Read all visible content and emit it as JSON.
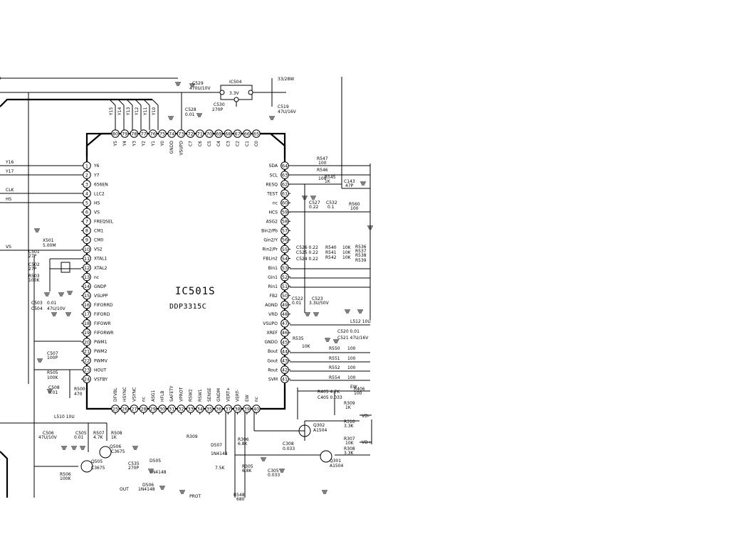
{
  "ic": {
    "designator": "IC501S",
    "part": "DDP3315C"
  },
  "left_pins": [
    {
      "n": "1",
      "name": "Y6"
    },
    {
      "n": "2",
      "name": "Y7"
    },
    {
      "n": "3",
      "name": "656EN"
    },
    {
      "n": "4",
      "name": "LLC2"
    },
    {
      "n": "5",
      "name": "HS"
    },
    {
      "n": "6",
      "name": "VS"
    },
    {
      "n": "7",
      "name": "FREQSEL"
    },
    {
      "n": "8",
      "name": "CM1"
    },
    {
      "n": "9",
      "name": "CM0"
    },
    {
      "n": "10",
      "name": "VS2"
    },
    {
      "n": "11",
      "name": "XTAL1"
    },
    {
      "n": "12",
      "name": "XTAL2"
    },
    {
      "n": "13",
      "name": "nc"
    },
    {
      "n": "14",
      "name": "GNDP"
    },
    {
      "n": "15",
      "name": "VSUPP"
    },
    {
      "n": "16",
      "name": "FIFORRD"
    },
    {
      "n": "17",
      "name": "FIFORD"
    },
    {
      "n": "18",
      "name": "FIFOWR"
    },
    {
      "n": "19",
      "name": "FIFORWR"
    },
    {
      "n": "20",
      "name": "PWM1"
    },
    {
      "n": "21",
      "name": "PWM2"
    },
    {
      "n": "22",
      "name": "PWMV"
    },
    {
      "n": "23",
      "name": "HOUT"
    },
    {
      "n": "24",
      "name": "VSTBY"
    }
  ],
  "right_pins": [
    {
      "n": "64",
      "name": "SDA"
    },
    {
      "n": "63",
      "name": "SCL"
    },
    {
      "n": "62",
      "name": "RESQ"
    },
    {
      "n": "61",
      "name": "TEST"
    },
    {
      "n": "60",
      "name": "nc"
    },
    {
      "n": "59",
      "name": "HCS"
    },
    {
      "n": "58",
      "name": "ASG2"
    },
    {
      "n": "57",
      "name": "Bin2/Pb"
    },
    {
      "n": "56",
      "name": "Gin2/Y"
    },
    {
      "n": "55",
      "name": "Rin2/Pr"
    },
    {
      "n": "54",
      "name": "FBLin2"
    },
    {
      "n": "53",
      "name": "Bin1"
    },
    {
      "n": "52",
      "name": "Gin1"
    },
    {
      "n": "51",
      "name": "Rin1"
    },
    {
      "n": "50",
      "name": "FB2"
    },
    {
      "n": "49",
      "name": "AGND"
    },
    {
      "n": "48",
      "name": "VRD"
    },
    {
      "n": "47",
      "name": "VSUPO"
    },
    {
      "n": "46",
      "name": "XREF"
    },
    {
      "n": "45",
      "name": "GNDO"
    },
    {
      "n": "44",
      "name": "Bout"
    },
    {
      "n": "43",
      "name": "Gout"
    },
    {
      "n": "42",
      "name": "Rout"
    },
    {
      "n": "41",
      "name": "SVM"
    }
  ],
  "top_pins": [
    {
      "n": "80",
      "name": "Y5"
    },
    {
      "n": "79",
      "name": "Y4"
    },
    {
      "n": "78",
      "name": "Y3"
    },
    {
      "n": "77",
      "name": "Y2"
    },
    {
      "n": "76",
      "name": "Y1"
    },
    {
      "n": "75",
      "name": "Y0"
    },
    {
      "n": "74",
      "name": "GNDD"
    },
    {
      "n": "73",
      "name": "VSUPD"
    },
    {
      "n": "72",
      "name": "C7"
    },
    {
      "n": "71",
      "name": "C6"
    },
    {
      "n": "70",
      "name": "C5"
    },
    {
      "n": "69",
      "name": "C4"
    },
    {
      "n": "68",
      "name": "C3"
    },
    {
      "n": "67",
      "name": "C2"
    },
    {
      "n": "66",
      "name": "C1"
    },
    {
      "n": "65",
      "name": "C0"
    }
  ],
  "bottom_pins": [
    {
      "n": "25",
      "name": "DFVBL"
    },
    {
      "n": "26",
      "name": "HSYNC"
    },
    {
      "n": "27",
      "name": "VSYNC"
    },
    {
      "n": "28",
      "name": "nc"
    },
    {
      "n": "29",
      "name": "ASG1"
    },
    {
      "n": "30",
      "name": "HFLB"
    },
    {
      "n": "31",
      "name": "SAFETY"
    },
    {
      "n": "32",
      "name": "VPROT"
    },
    {
      "n": "33",
      "name": "RSW2"
    },
    {
      "n": "34",
      "name": "RSW1"
    },
    {
      "n": "35",
      "name": "SENSE"
    },
    {
      "n": "36",
      "name": "GNDM"
    },
    {
      "n": "37",
      "name": "VERT+"
    },
    {
      "n": "38",
      "name": "VERT-"
    },
    {
      "n": "39",
      "name": "EW"
    },
    {
      "n": "40",
      "name": "nc"
    }
  ],
  "top_bus_labels": [
    "Y15",
    "Y14",
    "Y13",
    "Y12",
    "Y11",
    "Y10"
  ],
  "left_signals": [
    {
      "id": "y16",
      "text": "Y16"
    },
    {
      "id": "y17",
      "text": "Y17"
    },
    {
      "id": "clk",
      "text": "CLK"
    },
    {
      "id": "hs",
      "text": "HS"
    },
    {
      "id": "vs",
      "text": "VS"
    }
  ],
  "labels": [
    {
      "id": "ic504",
      "text": "IC504"
    },
    {
      "id": "ic504-v",
      "text": "3.3V"
    },
    {
      "id": "c529a",
      "text": "C529"
    },
    {
      "id": "c529b",
      "text": "470U/10V"
    },
    {
      "id": "c528a",
      "text": "C528"
    },
    {
      "id": "c528b",
      "text": "0.01"
    },
    {
      "id": "c530a",
      "text": "C530"
    },
    {
      "id": "c530b",
      "text": "270P"
    },
    {
      "id": "c519a",
      "text": "C519"
    },
    {
      "id": "c519b",
      "text": "47U/16V"
    },
    {
      "id": "topnote",
      "text": "33/28W"
    },
    {
      "id": "r547a",
      "text": "R547"
    },
    {
      "id": "r547b",
      "text": "100"
    },
    {
      "id": "r546a",
      "text": "R546"
    },
    {
      "id": "r546b",
      "text": "100"
    },
    {
      "id": "r545a",
      "text": "R545"
    },
    {
      "id": "r545b",
      "text": "1K"
    },
    {
      "id": "c143a",
      "text": "C143"
    },
    {
      "id": "c143b",
      "text": "47P"
    },
    {
      "id": "c527a",
      "text": "C527"
    },
    {
      "id": "c527b",
      "text": "0.22"
    },
    {
      "id": "c532a",
      "text": "C532"
    },
    {
      "id": "c532b",
      "text": "0.1"
    },
    {
      "id": "r560a",
      "text": "R560"
    },
    {
      "id": "r560b",
      "text": "100"
    },
    {
      "id": "c5a",
      "text": "C526 0.22"
    },
    {
      "id": "c5b",
      "text": "C525 0.22"
    },
    {
      "id": "c5c",
      "text": "C524 0.22"
    },
    {
      "id": "r540",
      "text": "R540"
    },
    {
      "id": "r541",
      "text": "R541"
    },
    {
      "id": "r542",
      "text": "R542"
    },
    {
      "id": "k1",
      "text": "10K"
    },
    {
      "id": "k2",
      "text": "10K"
    },
    {
      "id": "k3",
      "text": "10K"
    },
    {
      "id": "r536",
      "text": "R536"
    },
    {
      "id": "r537",
      "text": "R537"
    },
    {
      "id": "r538",
      "text": "R538"
    },
    {
      "id": "r539",
      "text": "R539"
    },
    {
      "id": "c522a",
      "text": "C522"
    },
    {
      "id": "c522b",
      "text": "0.01"
    },
    {
      "id": "c523a",
      "text": "C523"
    },
    {
      "id": "c523b",
      "text": "3.3U/50V"
    },
    {
      "id": "l512",
      "text": "L512 10U"
    },
    {
      "id": "c520",
      "text": "C520 0.01"
    },
    {
      "id": "c521",
      "text": "C521 47U/16V"
    },
    {
      "id": "r535a",
      "text": "R535"
    },
    {
      "id": "r535b",
      "text": "10K"
    },
    {
      "id": "r550",
      "text": "R550"
    },
    {
      "id": "r551",
      "text": "R551"
    },
    {
      "id": "r552",
      "text": "R552"
    },
    {
      "id": "r554",
      "text": "R554"
    },
    {
      "id": "o1",
      "text": "100"
    },
    {
      "id": "o2",
      "text": "100"
    },
    {
      "id": "o3",
      "text": "100"
    },
    {
      "id": "o4",
      "text": "100"
    },
    {
      "id": "ew",
      "text": "EW"
    },
    {
      "id": "r405",
      "text": "R405 4.7K"
    },
    {
      "id": "c405",
      "text": "C405 0.033"
    },
    {
      "id": "r406a",
      "text": "R406"
    },
    {
      "id": "r406b",
      "text": "100"
    },
    {
      "id": "r309a",
      "text": "R309"
    },
    {
      "id": "r309b",
      "text": "1K"
    },
    {
      "id": "vdm",
      "text": "VD-"
    },
    {
      "id": "vdp",
      "text": "VD+"
    },
    {
      "id": "r310a",
      "text": "R310"
    },
    {
      "id": "r310b",
      "text": "3.3K"
    },
    {
      "id": "r307a",
      "text": "R307"
    },
    {
      "id": "r307b",
      "text": "10K"
    },
    {
      "id": "r308a",
      "text": "R308"
    },
    {
      "id": "r308b",
      "text": "3.3K"
    },
    {
      "id": "q302a",
      "text": "Q302"
    },
    {
      "id": "q302b",
      "text": "A1504"
    },
    {
      "id": "q301a",
      "text": "Q301"
    },
    {
      "id": "q301b",
      "text": "A1504"
    },
    {
      "id": "r306a",
      "text": "R306"
    },
    {
      "id": "r306b",
      "text": "6.8K"
    },
    {
      "id": "r305a",
      "text": "R305"
    },
    {
      "id": "r305b",
      "text": "6.8K"
    },
    {
      "id": "c308a",
      "text": "C308"
    },
    {
      "id": "c308b",
      "text": "0.033"
    },
    {
      "id": "c305a",
      "text": "C305"
    },
    {
      "id": "c305b",
      "text": "0.033"
    },
    {
      "id": "r548a",
      "text": "R548"
    },
    {
      "id": "r548b",
      "text": "680"
    },
    {
      "id": "x501a",
      "text": "X501"
    },
    {
      "id": "x501b",
      "text": "5.00M"
    },
    {
      "id": "c501a",
      "text": "C501"
    },
    {
      "id": "c501b",
      "text": "27P"
    },
    {
      "id": "c502a",
      "text": "C502"
    },
    {
      "id": "c502b",
      "text": "27P"
    },
    {
      "id": "r503a",
      "text": "R503"
    },
    {
      "id": "r503b",
      "text": "100K"
    },
    {
      "id": "c503",
      "text": "C503"
    },
    {
      "id": "c504",
      "text": "C504"
    },
    {
      "id": "c701",
      "text": "0.01"
    },
    {
      "id": "c701b",
      "text": "47U/10V"
    },
    {
      "id": "c507a",
      "text": "C507"
    },
    {
      "id": "c507b",
      "text": "100P"
    },
    {
      "id": "r505a",
      "text": "R505"
    },
    {
      "id": "r505b",
      "text": "100K"
    },
    {
      "id": "c508a",
      "text": "C508"
    },
    {
      "id": "c508b",
      "text": "0.01"
    },
    {
      "id": "r500a",
      "text": "R500"
    },
    {
      "id": "r500b",
      "text": "470"
    },
    {
      "id": "l510",
      "text": "L510 10U"
    },
    {
      "id": "c506a",
      "text": "C506"
    },
    {
      "id": "c506b",
      "text": "47U/10V"
    },
    {
      "id": "c505a",
      "text": "C505"
    },
    {
      "id": "c505b",
      "text": "0.01"
    },
    {
      "id": "r507",
      "text": "R507"
    },
    {
      "id": "r507v",
      "text": "4.7K"
    },
    {
      "id": "r508",
      "text": "R508"
    },
    {
      "id": "r508v",
      "text": "1K"
    },
    {
      "id": "q506a",
      "text": "Q506"
    },
    {
      "id": "q506b",
      "text": "C3675"
    },
    {
      "id": "q505a",
      "text": "Q505"
    },
    {
      "id": "q505b",
      "text": "C3675"
    },
    {
      "id": "r506a",
      "text": "R506"
    },
    {
      "id": "r506b",
      "text": "100K"
    },
    {
      "id": "c535a",
      "text": "C535"
    },
    {
      "id": "c535b",
      "text": "270P"
    },
    {
      "id": "d505",
      "text": "D505"
    },
    {
      "id": "d505b",
      "text": "1N4148"
    },
    {
      "id": "d506",
      "text": "D506"
    },
    {
      "id": "d506b",
      "text": "1N4148"
    },
    {
      "id": "out",
      "text": "OUT"
    },
    {
      "id": "prot",
      "text": "PROT"
    },
    {
      "id": "d507",
      "text": "D507"
    },
    {
      "id": "d507b",
      "text": "1N4148"
    },
    {
      "id": "r309x",
      "text": "R309"
    },
    {
      "id": "r5xx",
      "text": "7.5K"
    }
  ]
}
